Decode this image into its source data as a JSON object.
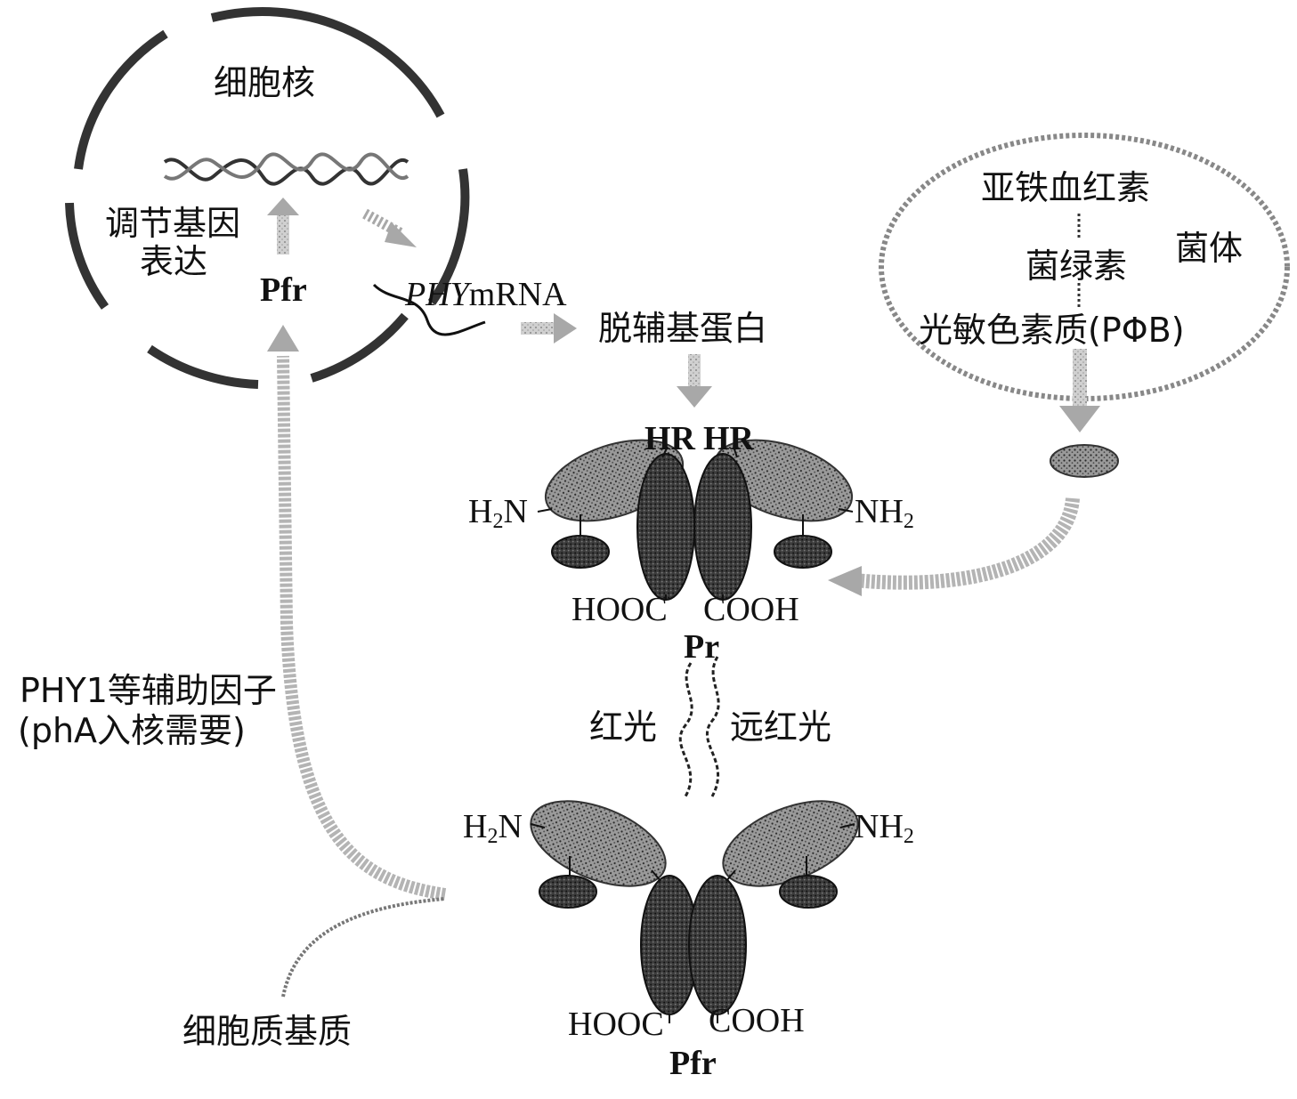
{
  "nucleus": {
    "title": "细胞核",
    "gene_regulation_line1": "调节基因",
    "gene_regulation_line2": "表达",
    "pfr_in_nucleus": "Pfr",
    "mrna_gene": "PHY",
    "mrna_suffix": "mRNA"
  },
  "apoprotein": "脱辅基蛋白",
  "plastid": {
    "heme": "亚铁血红素",
    "biliverdin": "菌绿素",
    "phytochromobilin": "光敏色素质(PΦB)",
    "organelle": "菌体"
  },
  "pr_form": {
    "hr_left": "HR",
    "hr_right": "HR",
    "h2n": "H",
    "h2n_sub": "2",
    "h2n_tail": "N",
    "nh2": "NH",
    "nh2_sub": "2",
    "hooc": "HOOC",
    "cooh": "COOH",
    "name": "Pr"
  },
  "light": {
    "red": "红光",
    "far_red": "远红光"
  },
  "pfr_form": {
    "h2n": "H",
    "h2n_sub": "2",
    "h2n_tail": "N",
    "nh2": "NH",
    "nh2_sub": "2",
    "hooc": "HOOC",
    "cooh": "COOH",
    "name": "Pfr"
  },
  "cofactor_line1": "PHY1等辅助因子",
  "cofactor_line2": "(phA入核需要)",
  "cytoplasm": "细胞质基质",
  "colors": {
    "ink": "#111111",
    "light_gray": "#b8b8b8",
    "mid_gray": "#8a8a8a",
    "dark_gray": "#3a3a3a"
  }
}
